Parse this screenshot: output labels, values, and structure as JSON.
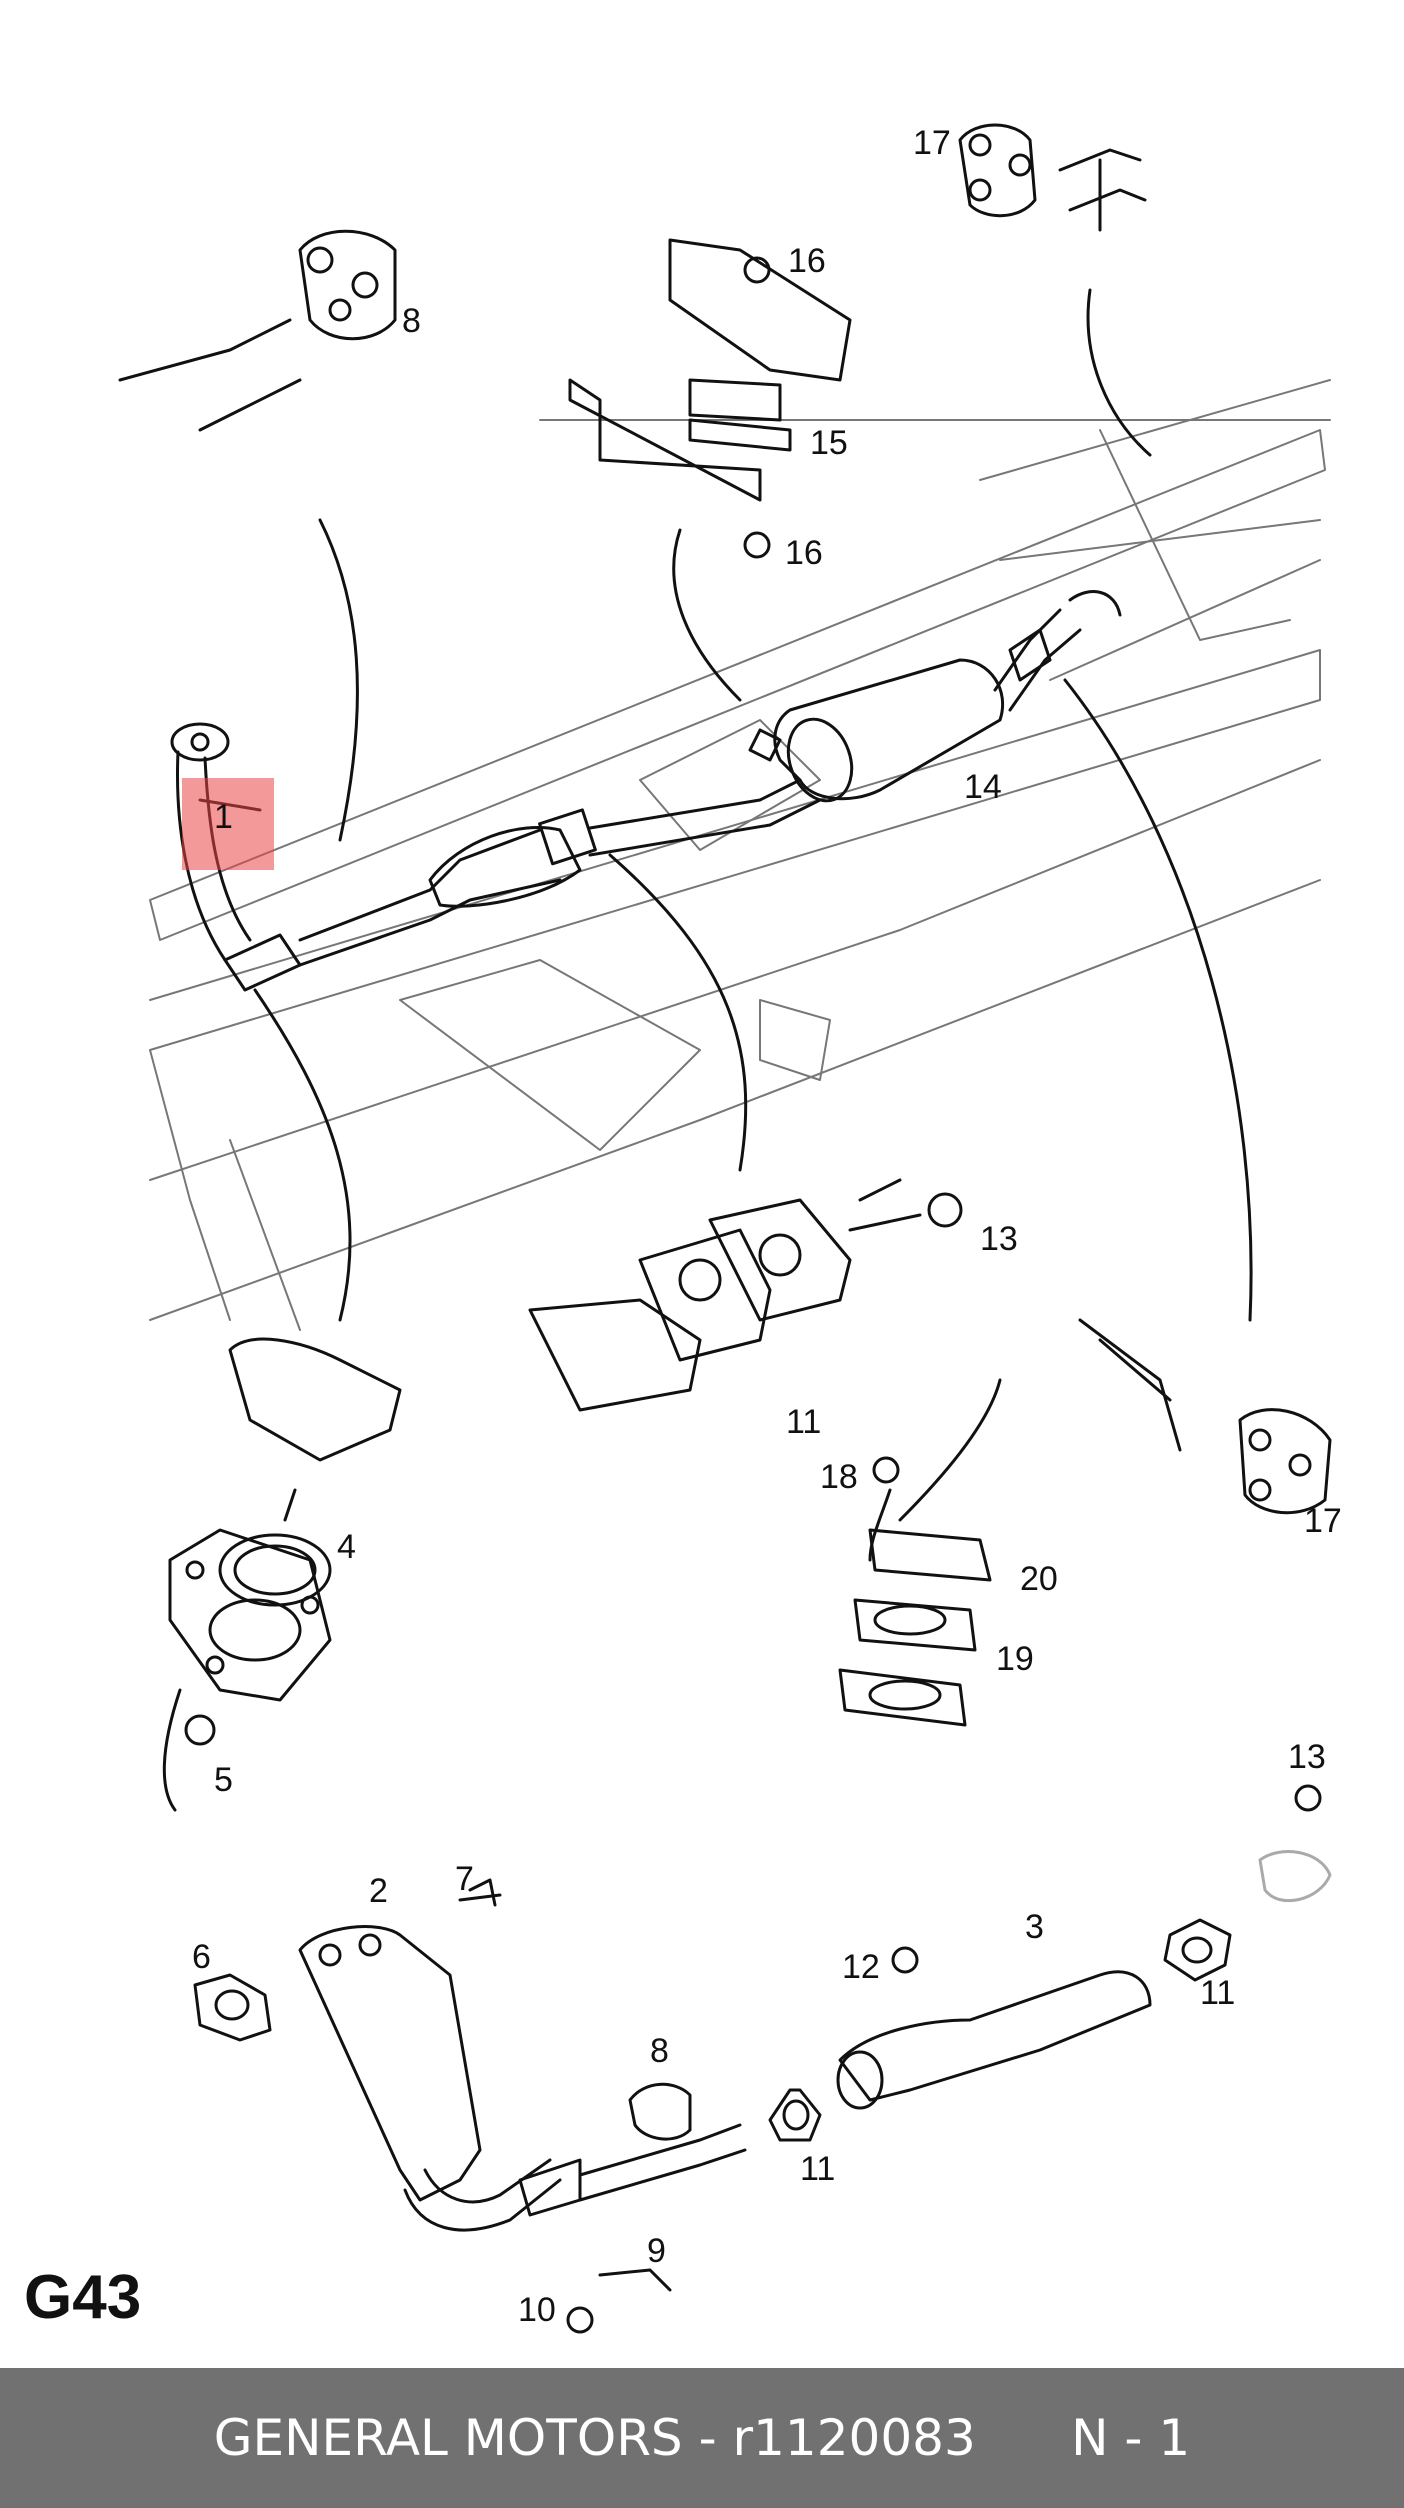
{
  "diagram": {
    "page_code": "G43",
    "highlighted_part": "1",
    "callouts": [
      "1",
      "2",
      "3",
      "4",
      "5",
      "6",
      "7",
      "8",
      "8",
      "9",
      "10",
      "11",
      "11",
      "11",
      "11",
      "12",
      "13",
      "13",
      "14",
      "15",
      "16",
      "16",
      "17",
      "17",
      "18",
      "19",
      "20"
    ]
  },
  "footer": {
    "brand": "GENERAL MOTORS",
    "separator": " - ",
    "part_number": "r1120083",
    "position": "N - 1"
  },
  "colors": {
    "footer_bg": "#717171",
    "highlight": "#eb4646",
    "line": "#111111"
  }
}
